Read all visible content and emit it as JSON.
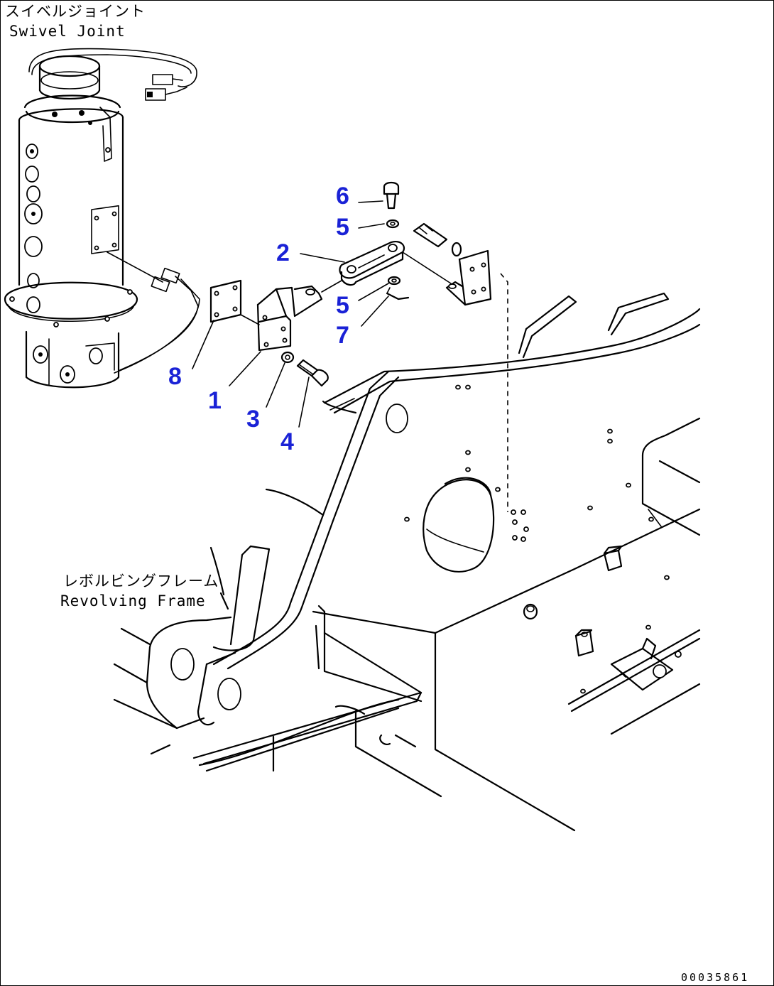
{
  "labels": {
    "swivel_joint_jp": "スイベルジョイント",
    "swivel_joint_en": "Swivel Joint",
    "revolving_frame_jp": "レボルビングフレーム",
    "revolving_frame_en": "Revolving Frame"
  },
  "callouts": {
    "c1": "1",
    "c2": "2",
    "c3": "3",
    "c4": "4",
    "c5a": "5",
    "c5b": "5",
    "c6": "6",
    "c7": "7",
    "c8": "8"
  },
  "drawing_code": "00035861",
  "colors": {
    "callout": "#1a22d6",
    "line": "#000000",
    "background": "#ffffff"
  }
}
